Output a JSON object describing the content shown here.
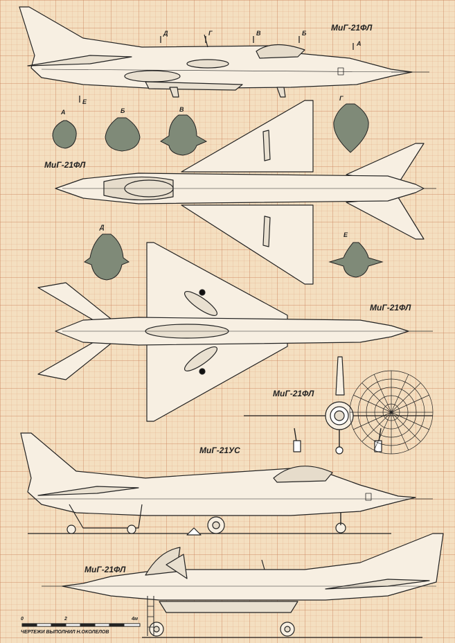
{
  "titles": {
    "side_top": "МиГ-21ФЛ",
    "plan_top": "МиГ-21ФЛ",
    "plan_bottom": "МиГ-21ФЛ",
    "front": "МиГ-21ФЛ",
    "side_us": "МиГ-21УС",
    "side_bottom": "МиГ-21ФЛ"
  },
  "section_marks": {
    "a": "А",
    "b": "Б",
    "v": "В",
    "g": "Г",
    "d": "Д",
    "e": "Е"
  },
  "section_labels": {
    "a": "А",
    "b": "Б",
    "v": "В",
    "g": "Г",
    "d": "Д",
    "e": "Е"
  },
  "scale": {
    "tick0": "0",
    "tick2": "2",
    "tick4": "4м"
  },
  "credit": "ЧЕРТЕЖИ ВЫПОЛНИЛ Н.ОКОЛЕЛОВ",
  "colors": {
    "paper": "#f4dfc0",
    "grid": "#d88a5c",
    "line": "#222222",
    "section_fill": "#7f8a78"
  }
}
